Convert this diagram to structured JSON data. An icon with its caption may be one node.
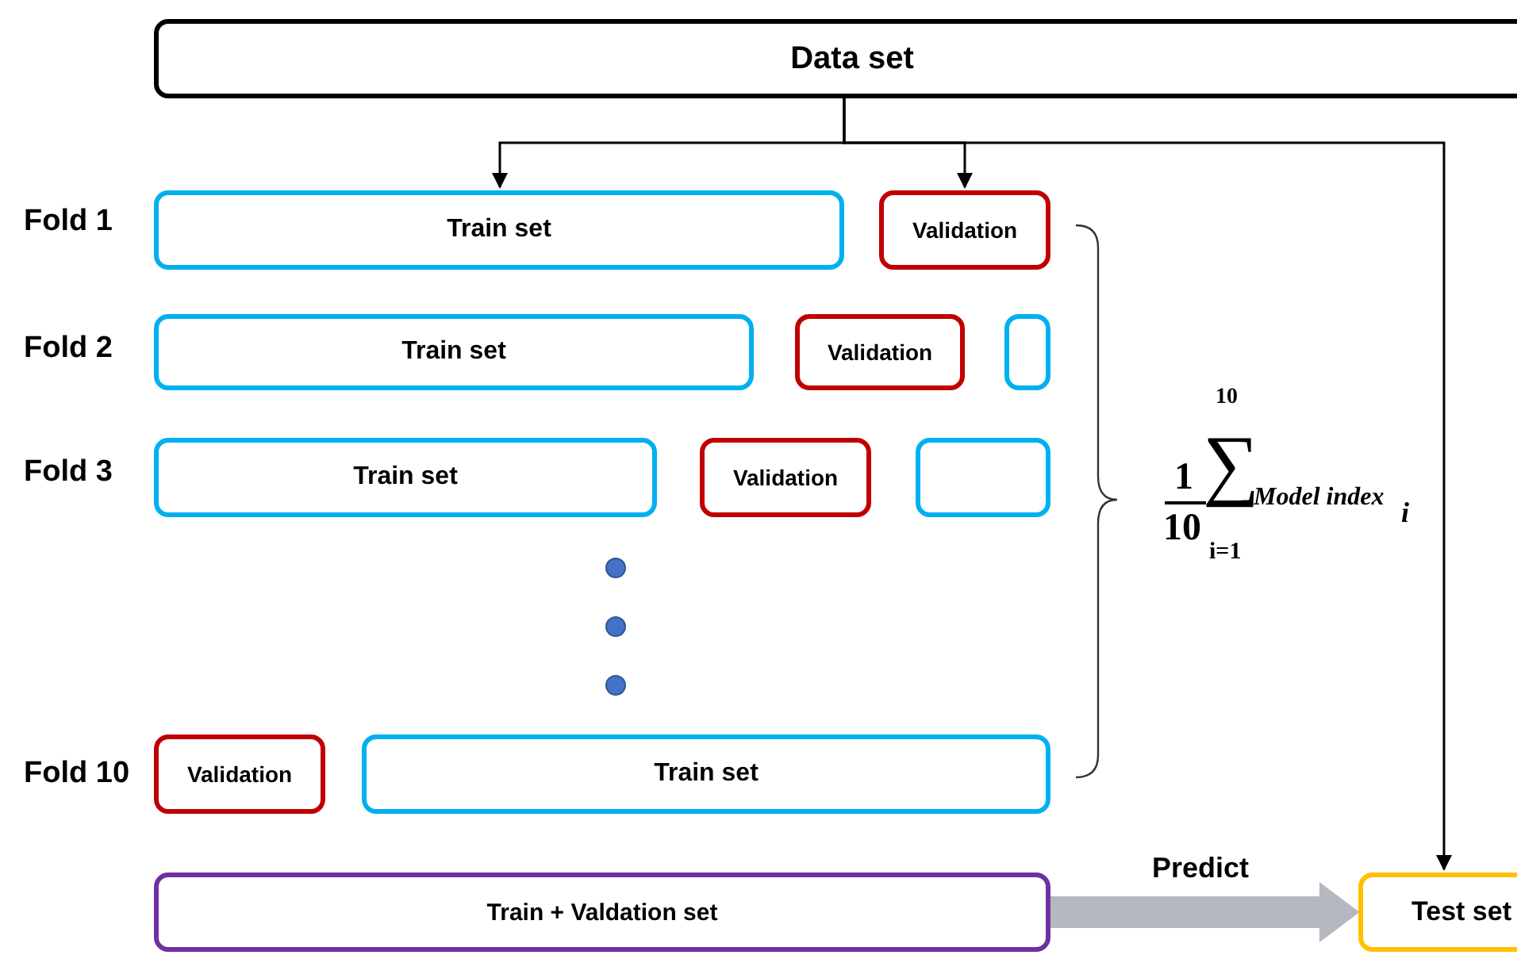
{
  "diagram": {
    "nodes": [
      {
        "text": [
          "Data set"
        ]
      },
      {
        "text": [
          "Train set"
        ]
      },
      {
        "text": [
          "Validation"
        ]
      },
      {
        "text": [
          "Train set"
        ]
      },
      {
        "text": [
          "Validation"
        ]
      },
      {
        "text": [],
        "shape": "box"
      },
      {
        "text": [
          "Train set"
        ]
      },
      {
        "text": [
          "Validation"
        ]
      },
      {
        "text": [],
        "shape": "box"
      },
      {
        "text": [
          "Validation"
        ]
      },
      {
        "text": [
          "Train set"
        ]
      },
      {
        "text": [
          "Train + Valdation set"
        ]
      },
      {
        "text": [
          "Test set"
        ]
      }
    ],
    "edges": [
      {
        "from": 0,
        "to": 1,
        "arrow": "to"
      },
      {
        "from": 0,
        "to": 2,
        "arrow": "to"
      },
      {
        "from": 0,
        "to": 12,
        "arrow": "to"
      },
      {
        "from": 11,
        "to": 12,
        "arrow": "to",
        "label": "Predict",
        "style": "thick",
        "color": "#b4b9c0"
      }
    ],
    "labels": [
      "Fold 1",
      "Fold 2",
      "Fold 3",
      "Fold 10",
      "1",
      "10",
      "10",
      "∑",
      "i=1",
      "Model index",
      "i"
    ]
  }
}
